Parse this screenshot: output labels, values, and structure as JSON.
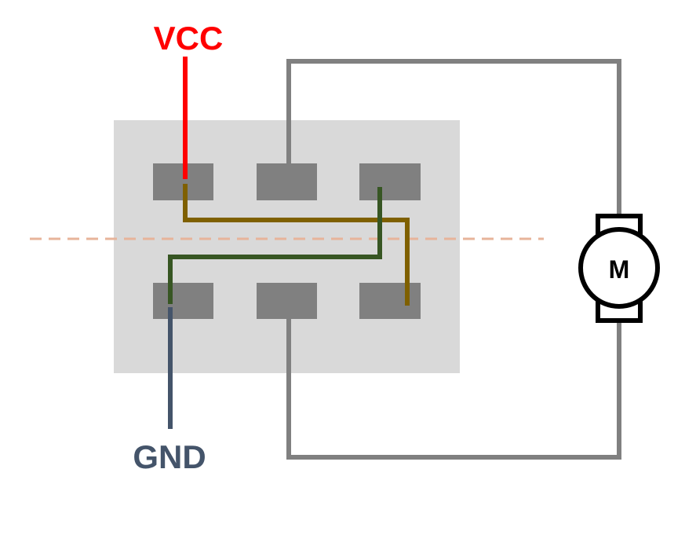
{
  "diagram": {
    "labels": {
      "vcc": "VCC",
      "gnd": "GND",
      "motor": "M"
    },
    "colors": {
      "vcc_wire": "#ff0000",
      "gnd_wire": "#44546a",
      "cross_wire_a": "#7f6000",
      "cross_wire_b": "#375623",
      "motor_wire": "#808080",
      "switch_body": "#d9d9d9",
      "switch_pin": "#808080",
      "center_line": "#e7b49a",
      "motor_symbol": "#000000"
    },
    "components": {
      "switch_pins": 6,
      "motor_icon": "dc-motor-symbol"
    }
  }
}
